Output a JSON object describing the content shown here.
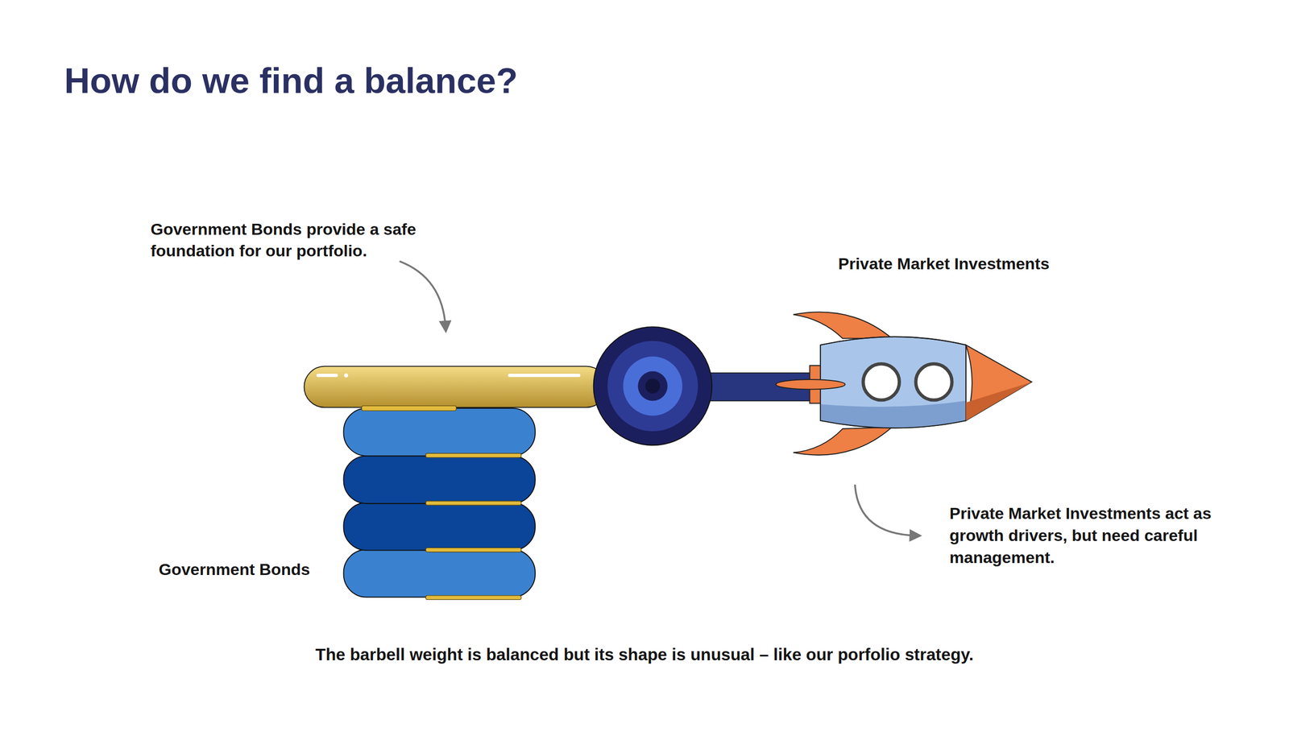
{
  "diagram": {
    "title": "How do we find a balance?",
    "caption": "The barbell weight is balanced but its shape is unusual – like our porfolio strategy.",
    "labels": [
      "Government Bonds provide a safe foundation for our portfolio.",
      "Private Market Investments",
      "Private Market Investments act as growth drivers, but need careful management.",
      "Government Bonds"
    ]
  }
}
